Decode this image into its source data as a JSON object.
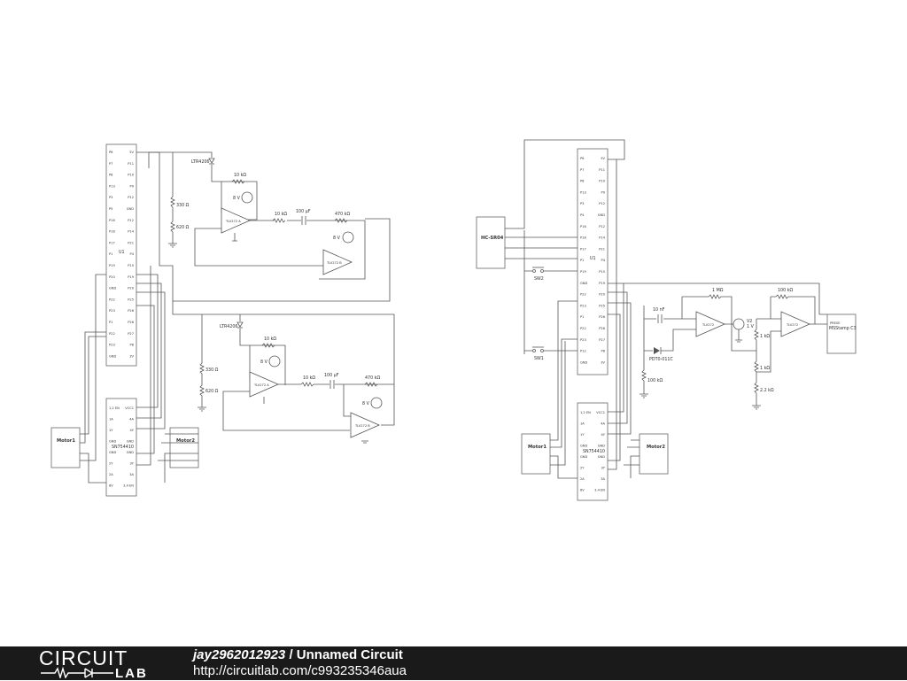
{
  "footer": {
    "logo_top": "CIRCUIT",
    "logo_bottom": "LAB",
    "user": "jay2962012923",
    "separator": " / ",
    "circuit_title": "Unnamed Circuit",
    "url": "http://circuitlab.com/c993235346aua"
  },
  "left": {
    "u1_label": "U1",
    "u1_left_pins": [
      "P6",
      "P7",
      "P8",
      "P13",
      "P3",
      "P5",
      "P16",
      "P18",
      "P17",
      "P1",
      "P19",
      "P20",
      "GND",
      "P22",
      "P23",
      "P1",
      "P22",
      "P23",
      "GND"
    ],
    "u1_right_pins": [
      "5V",
      "P11",
      "P10",
      "P9",
      "P12",
      "GND",
      "P12",
      "P14",
      "P21",
      "P4",
      "P15",
      "P19",
      "P20",
      "P25",
      "P26",
      "P26",
      "P27",
      "P8",
      "3V"
    ],
    "sn_label": "SN754410",
    "sn_left_pins": [
      "1,2 EN",
      "1A",
      "1Y",
      "GND",
      "GND",
      "2Y",
      "2A",
      "8V"
    ],
    "sn_right_pins": [
      "VCC1",
      "4A",
      "4Y",
      "GND",
      "GND",
      "3Y",
      "3A",
      "3,4 EN"
    ],
    "motor1": "Motor1",
    "motor2": "Motor2",
    "ldr_top": "LTR4206",
    "ldr_bot": "LTR4206",
    "r10k_a": "10 kΩ",
    "r10k_b": "10 kΩ",
    "r10k_c": "10 kΩ",
    "r10k_d": "10 kΩ",
    "v_a": "8 V",
    "v_b": "8 V",
    "v_c": "8 V",
    "v_d": "8 V",
    "r330_a": "330 Ω",
    "r620_a": "620 Ω",
    "r330_b": "330 Ω",
    "r620_b": "620 Ω",
    "op_a1": "TLV272 A",
    "op_b1": "TLV272 B",
    "op_a2": "TLV272 A",
    "op_b2": "TLV272 B",
    "cap_a": "100 µF",
    "cap_b": "100 µF",
    "r470_a": "470 kΩ",
    "r470_b": "470 kΩ"
  },
  "right": {
    "u1_label": "U1",
    "u1_left_pins": [
      "P6",
      "P7",
      "P8",
      "P13",
      "P3",
      "P4",
      "P16",
      "P18",
      "P17",
      "P1",
      "P19",
      "GND",
      "P22",
      "P23",
      "P1",
      "P22",
      "P23",
      "P12",
      "GND"
    ],
    "u1_right_pins": [
      "5V",
      "P11",
      "P10",
      "P9",
      "P12",
      "GND",
      "P12",
      "P14",
      "P21",
      "P4",
      "P15",
      "P19",
      "P20",
      "P25",
      "P26",
      "P26",
      "P27",
      "P8",
      "3V"
    ],
    "hc": "HC-SR04",
    "sw2": "SW2",
    "sw1": "SW1",
    "sn_label": "SN754410",
    "sn_left_pins": [
      "1,2 EN",
      "1A",
      "1Y",
      "GND",
      "GND",
      "2Y",
      "2A",
      "8V"
    ],
    "sn_right_pins": [
      "VCC1",
      "4A",
      "4Y",
      "GND",
      "GND",
      "3Y",
      "3A",
      "3,4 EN"
    ],
    "motor1": "Motor1",
    "motor2": "Motor2",
    "cap": "10 nF",
    "r1m": "1 MΩ",
    "r100k_top": "100 kΩ",
    "op1": "TLV272",
    "op2": "TLV272",
    "v2": "V2",
    "v2_val": "1 V",
    "r1k_a": "1 kΩ",
    "r1k_b": "1 kΩ",
    "r22k": "2.2 kΩ",
    "diode": "PDT0-011C",
    "r100k_bot": "100 kΩ",
    "speaker_small": "PRESE",
    "speaker": "MSStamp C3"
  }
}
